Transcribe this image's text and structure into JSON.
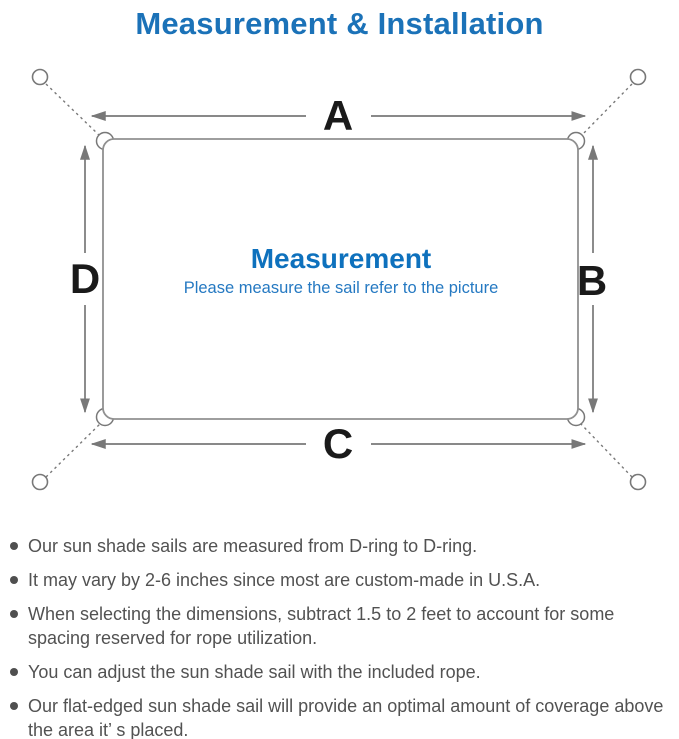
{
  "header": {
    "title": "Measurement & Installation"
  },
  "diagram": {
    "edge_labels": {
      "top": "A",
      "right": "B",
      "bottom": "C",
      "left": "D"
    },
    "center": {
      "heading": "Measurement",
      "subheading": "Please measure the sail refer to the picture"
    },
    "colors": {
      "title_blue": "#1b72b8",
      "center_heading_blue": "#0e71bd",
      "center_subheading_blue": "#2579c2",
      "line_gray": "#787878",
      "sail_outline_gray": "#909090",
      "edge_label_black": "#1a1a1a",
      "note_text_gray": "#525252"
    }
  },
  "notes": {
    "items": [
      {
        "text": "Our sun shade sails are measured from D-ring to D-ring."
      },
      {
        "text": "It may vary by 2-6 inches since most are custom-made in U.S.A."
      },
      {
        "text": "When selecting the dimensions, subtract 1.5 to 2 feet to account for some spacing reserved for rope utilization."
      },
      {
        "text": "You can adjust the sun shade sail with the included rope."
      },
      {
        "text": "Our flat-edged sun shade sail will provide an optimal amount of coverage above the area it’ s placed."
      }
    ]
  }
}
